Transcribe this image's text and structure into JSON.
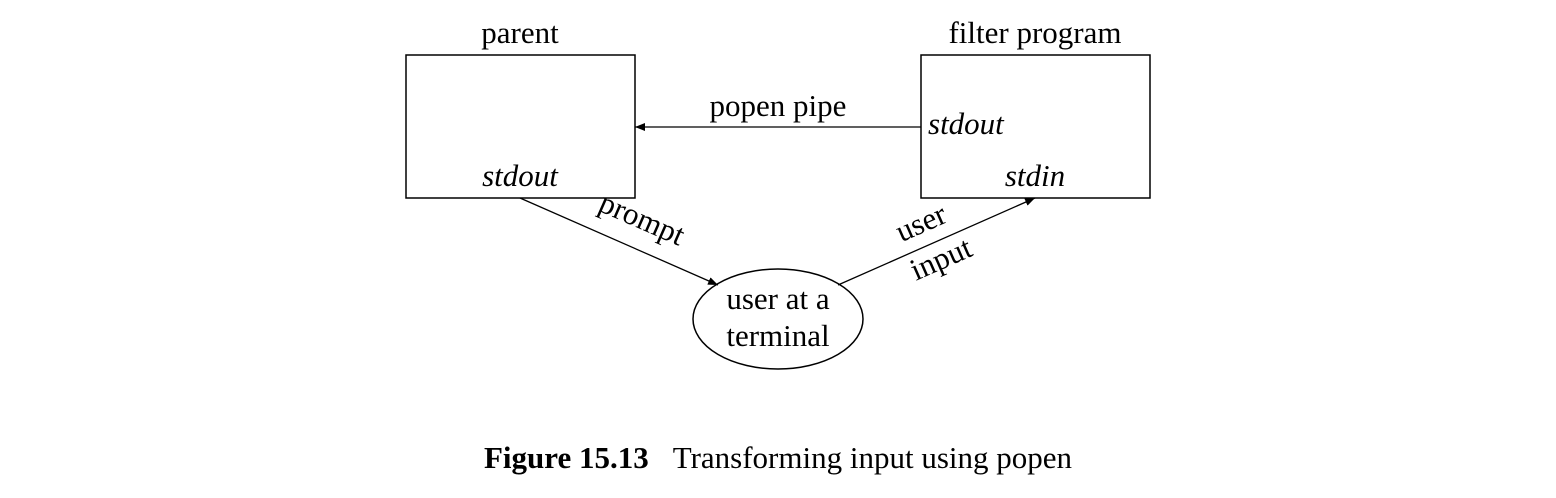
{
  "parent": {
    "title": "parent",
    "stdout": "stdout"
  },
  "filter": {
    "title": "filter program",
    "stdout": "stdout",
    "stdin": "stdin"
  },
  "pipe_label": "popen pipe",
  "prompt_label": "prompt",
  "user_input_label": {
    "line1": "user",
    "line2": "input"
  },
  "terminal": {
    "line1": "user at a",
    "line2": "terminal"
  },
  "caption": {
    "number": "Figure 15.13",
    "text": "Transforming input using popen"
  }
}
